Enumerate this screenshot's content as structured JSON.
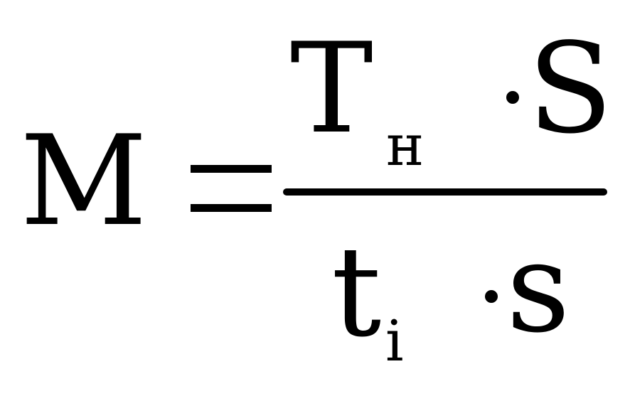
{
  "formula": {
    "lhs": "M",
    "numerator": {
      "main": "T",
      "subscript": "н",
      "factor": "S"
    },
    "denominator": {
      "main": "t",
      "subscript": "i",
      "factor": "s"
    }
  }
}
